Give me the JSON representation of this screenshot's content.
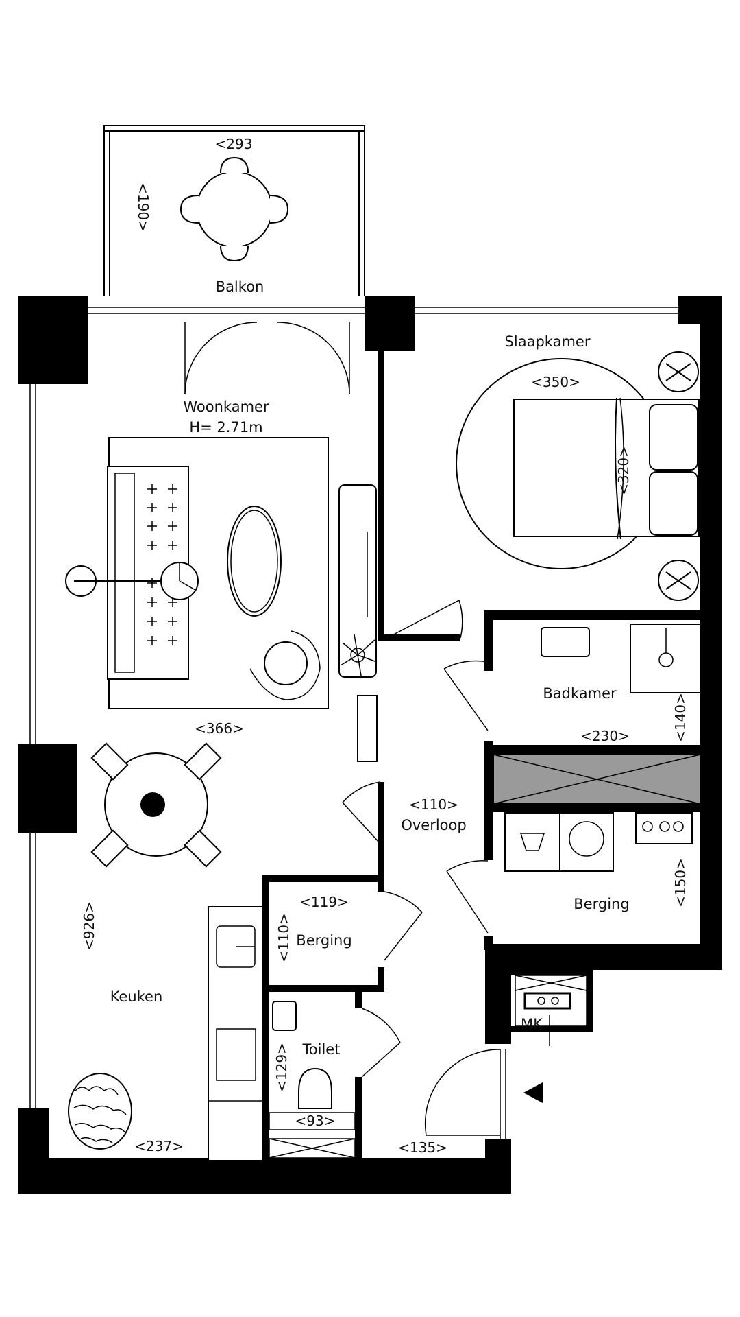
{
  "rooms": {
    "balkon": "Balkon",
    "woonkamer": "Woonkamer",
    "height": "H= 2.71m",
    "slaapkamer": "Slaapkamer",
    "badkamer": "Badkamer",
    "overloop": "Overloop",
    "berging_small": "Berging",
    "berging_large": "Berging",
    "keuken": "Keuken",
    "toilet": "Toilet",
    "mk": "MK"
  },
  "dimensions": {
    "balkon_width": "<293",
    "balkon_depth": "<190>",
    "bedroom_width": "<350>",
    "bedroom_depth": "<320>",
    "living_width": "<366>",
    "living_length": "<926>",
    "bath_width": "<230>",
    "bath_depth": "<140>",
    "overloop_width": "<110>",
    "storage_large_depth": "<150>",
    "storage_small_width": "<119>",
    "storage_small_depth": "<110>",
    "toilet_depth": "<129>",
    "toilet_width": "<93>",
    "kitchen_width": "<237>",
    "entrance_width": "<135>"
  }
}
